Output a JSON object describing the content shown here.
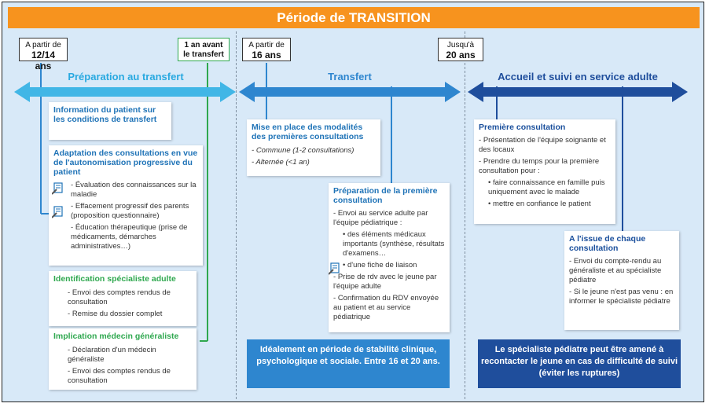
{
  "title": "Période de TRANSITION",
  "colors": {
    "orange": "#f7931e",
    "light_blue": "#41b6e6",
    "mid_blue": "#2e86cf",
    "dark_blue": "#1f4e9c",
    "green": "#2fa84f"
  },
  "tags": {
    "t1": {
      "line1": "A partir de",
      "line2": "12/14 ans"
    },
    "t2": {
      "line1": "1 an avant",
      "line2": "le transfert"
    },
    "t3": {
      "line1": "A partir de",
      "line2": "16 ans"
    },
    "t4": {
      "line1": "Jusqu'à",
      "line2": "20 ans"
    }
  },
  "phases": {
    "p1": "Préparation au transfert",
    "p2": "Transfert",
    "p3": "Accueil et suivi en service adulte"
  },
  "col1": {
    "info": "Information du patient sur les conditions de transfert",
    "adapt": {
      "title": "Adaptation des consultations en vue de l'autonomisation progressive du patient",
      "items": [
        "Évaluation des connaissances sur la maladie",
        "Effacement progressif des parents (proposition questionnaire)",
        "Éducation thérapeutique (prise de médicaments, démarches administratives…)"
      ]
    },
    "ident": {
      "title": "Identification spécialiste adulte",
      "items": [
        "Envoi des comptes rendus de consultation",
        "Remise du dossier complet"
      ]
    },
    "impl": {
      "title": "Implication médecin généraliste",
      "items": [
        "Déclaration d'un médecin généraliste",
        "Envoi des comptes rendus de consultation"
      ]
    }
  },
  "col2": {
    "mise": {
      "title": "Mise en place des modalités des premières consultations",
      "items": [
        "Commune (1-2 consultations)",
        "Alternée (<1 an)"
      ]
    },
    "prep": {
      "title": "Préparation de la première consultation",
      "items": [
        "Envoi au service adulte par l'équipe pédiatrique :",
        "des éléments médicaux importants (synthèse, résultats d'examens…",
        "d'une fiche de liaison",
        "Prise de rdv avec le jeune par l'équipe adulte",
        "Confirmation du RDV envoyée au patient et au service pédiatrique"
      ]
    },
    "bottom": "Idéalement en période de stabilité clinique, psychologique et sociale. Entre 16 et 20 ans."
  },
  "col3": {
    "premiere": {
      "title": "Première consultation",
      "items": [
        "Présentation de l'équipe soignante et des locaux",
        "Prendre du temps pour la première consultation pour :",
        "faire connaissance en famille puis uniquement avec le malade",
        "mettre en confiance le patient"
      ]
    },
    "issue": {
      "title": "A l'issue de chaque consultation",
      "items": [
        "Envoi du compte-rendu au généraliste et au spécialiste pédiatre",
        "Si le jeune n'est pas venu : en informer le spécialiste pédiatre"
      ]
    },
    "bottom": "Le spécialiste pédiatre peut être amené à recontacter le jeune en cas de difficulté de suivi (éviter les ruptures)"
  }
}
